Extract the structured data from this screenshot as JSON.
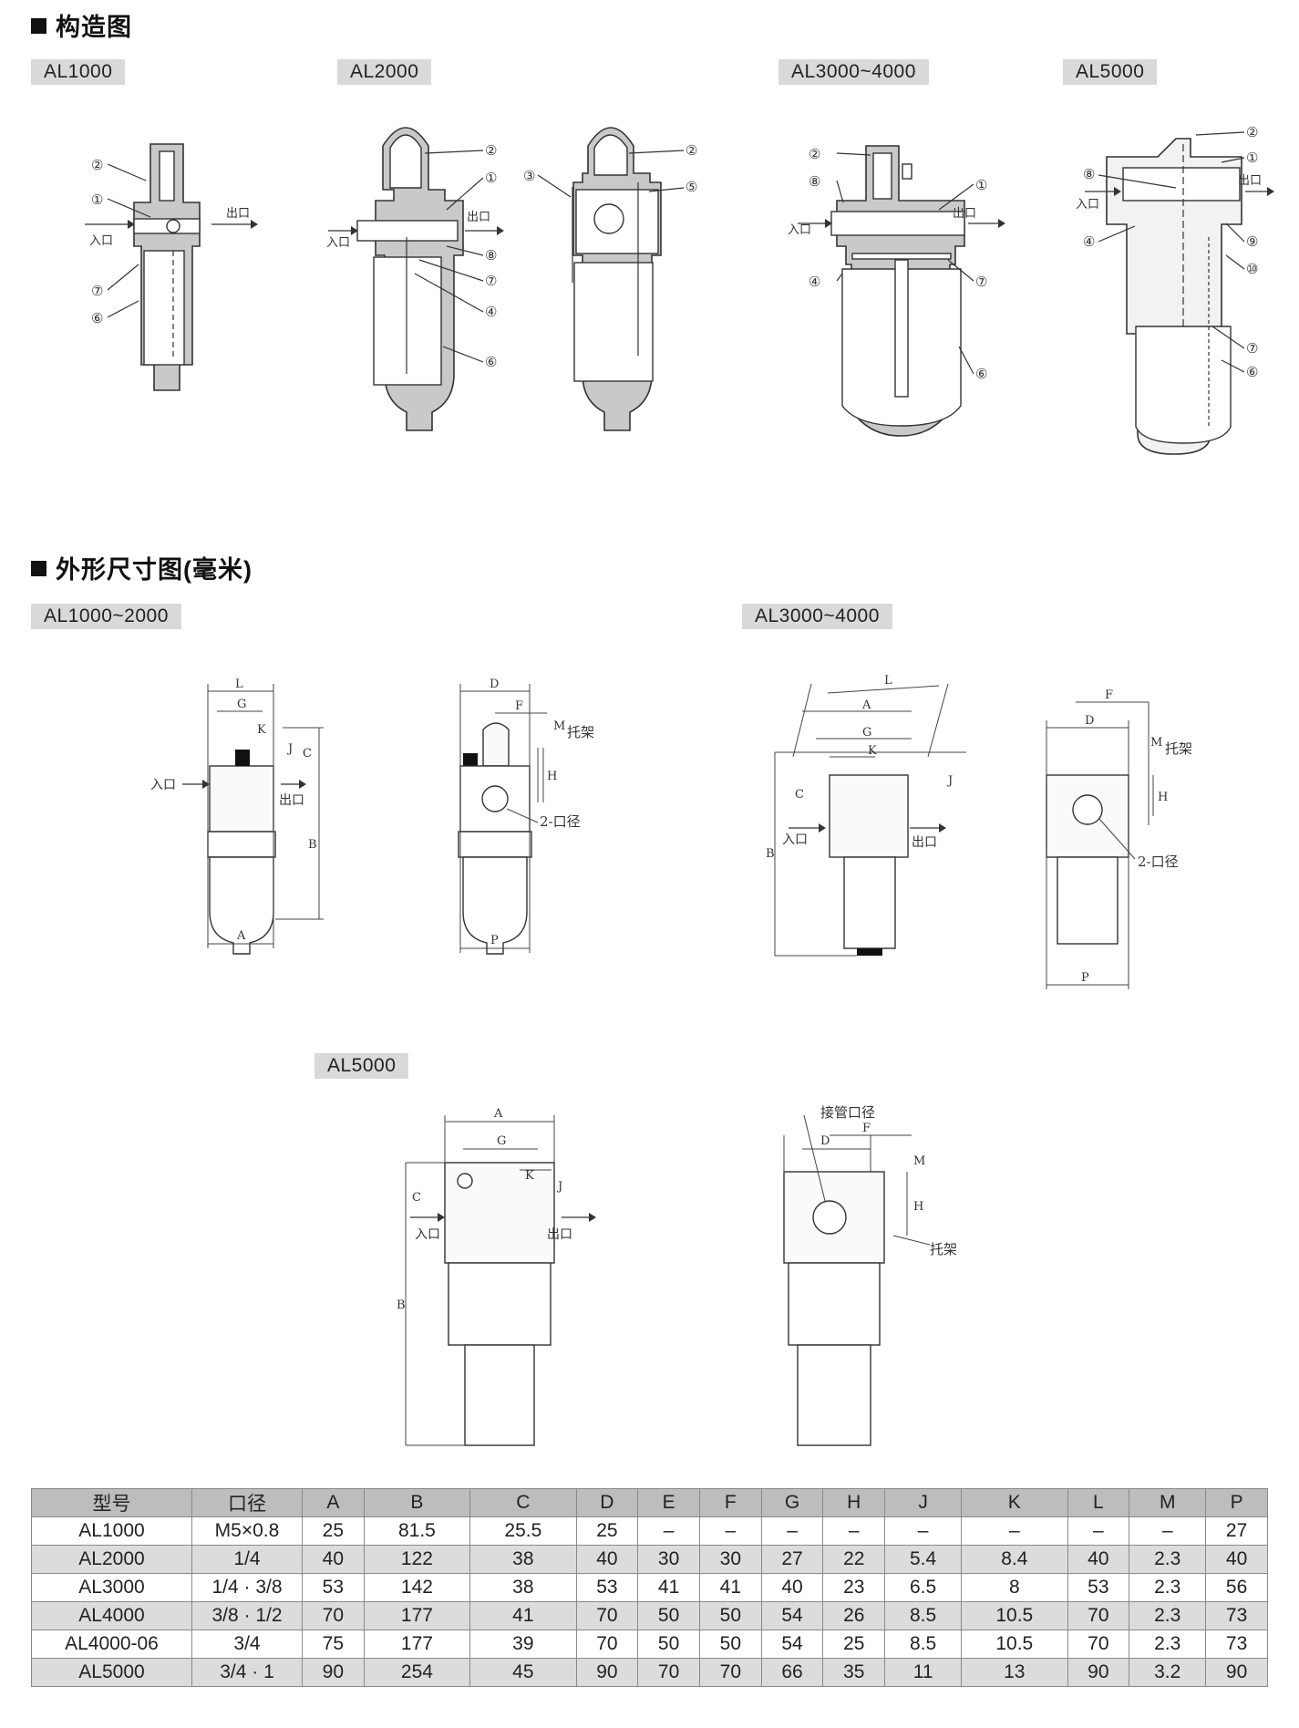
{
  "section1": {
    "title": "构造图"
  },
  "section2": {
    "title": "外形尺寸图(毫米)"
  },
  "structure": {
    "tags": [
      "AL1000",
      "AL2000",
      "AL3000~4000",
      "AL5000"
    ],
    "inlet": "入口",
    "outlet": "出口",
    "callouts": [
      "①",
      "②",
      "③",
      "④",
      "⑤",
      "⑥",
      "⑦",
      "⑧",
      "⑨",
      "⑩"
    ]
  },
  "dimensions": {
    "tags": [
      "AL1000~2000",
      "AL3000~4000",
      "AL5000"
    ],
    "inlet": "入口",
    "outlet": "出口",
    "bracket": "托架",
    "port": "2-口径",
    "pipe_port": "接管口径",
    "letters": {
      "A": "A",
      "B": "B",
      "C": "C",
      "D": "D",
      "F": "F",
      "G": "G",
      "H": "H",
      "J": "J",
      "K": "K",
      "L": "L",
      "M": "M",
      "P": "P"
    }
  },
  "table": {
    "headers": [
      "型号",
      "口径",
      "A",
      "B",
      "C",
      "D",
      "E",
      "F",
      "G",
      "H",
      "J",
      "K",
      "L",
      "M",
      "P"
    ],
    "rows": [
      [
        "AL1000",
        "M5×0.8",
        "25",
        "81.5",
        "25.5",
        "25",
        "–",
        "–",
        "–",
        "–",
        "–",
        "–",
        "–",
        "–",
        "27"
      ],
      [
        "AL2000",
        "1/4",
        "40",
        "122",
        "38",
        "40",
        "30",
        "30",
        "27",
        "22",
        "5.4",
        "8.4",
        "40",
        "2.3",
        "40"
      ],
      [
        "AL3000",
        "1/4 · 3/8",
        "53",
        "142",
        "38",
        "53",
        "41",
        "41",
        "40",
        "23",
        "6.5",
        "8",
        "53",
        "2.3",
        "56"
      ],
      [
        "AL4000",
        "3/8 · 1/2",
        "70",
        "177",
        "41",
        "70",
        "50",
        "50",
        "54",
        "26",
        "8.5",
        "10.5",
        "70",
        "2.3",
        "73"
      ],
      [
        "AL4000-06",
        "3/4",
        "75",
        "177",
        "39",
        "70",
        "50",
        "50",
        "54",
        "25",
        "8.5",
        "10.5",
        "70",
        "2.3",
        "73"
      ],
      [
        "AL5000",
        "3/4 · 1",
        "90",
        "254",
        "45",
        "90",
        "70",
        "70",
        "66",
        "35",
        "11",
        "13",
        "90",
        "3.2",
        "90"
      ]
    ]
  }
}
